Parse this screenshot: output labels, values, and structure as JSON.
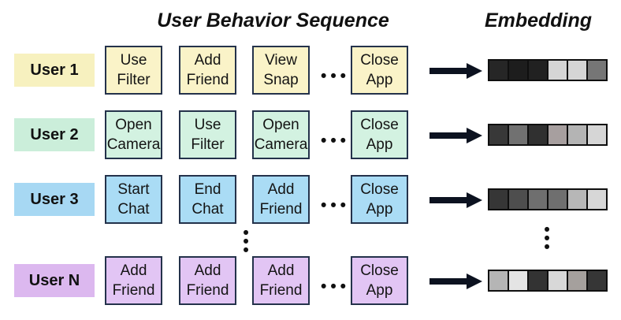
{
  "titles": {
    "sequence": "User Behavior Sequence",
    "embedding": "Embedding"
  },
  "glyphs": {
    "dot": "•"
  },
  "colors": {
    "box_border": "#24324b",
    "arrow": "#0c1220",
    "cell_border": "#0f0f0f",
    "text": "#111111"
  },
  "rows": [
    {
      "user": "User 1",
      "label_bg": "#f7f1bf",
      "box_bg": "#faf3c8",
      "actions": [
        "Use\nFilter",
        "Add\nFriend",
        "View\nSnap",
        "Close\nApp"
      ],
      "embedding": [
        "#262626",
        "#1d1d1d",
        "#212121",
        "#d5d5d5",
        "#d5d5d5",
        "#767676"
      ]
    },
    {
      "user": "User 2",
      "label_bg": "#cbeeda",
      "box_bg": "#d3f2e1",
      "actions": [
        "Open\nCamera",
        "Use\nFilter",
        "Open\nCamera",
        "Close\nApp"
      ],
      "embedding": [
        "#383838",
        "#717171",
        "#303030",
        "#a79f9f",
        "#b4b4b4",
        "#d6d6d6"
      ]
    },
    {
      "user": "User 3",
      "label_bg": "#a7d8f3",
      "box_bg": "#aadcf5",
      "actions": [
        "Start\nChat",
        "End\nChat",
        "Add\nFriend",
        "Close\nApp"
      ],
      "embedding": [
        "#363636",
        "#4e4e4e",
        "#6f6f6f",
        "#6f6f6f",
        "#b7b7b7",
        "#d7d7d7"
      ]
    },
    {
      "user": "User N",
      "label_bg": "#dcb8ef",
      "box_bg": "#e2c5f4",
      "actions": [
        "Add\nFriend",
        "Add\nFriend",
        "Add\nFriend",
        "Close\nApp"
      ],
      "embedding": [
        "#b5b5b5",
        "#e4e4e4",
        "#333333",
        "#d8d8d8",
        "#a5a09d",
        "#363636"
      ]
    }
  ]
}
